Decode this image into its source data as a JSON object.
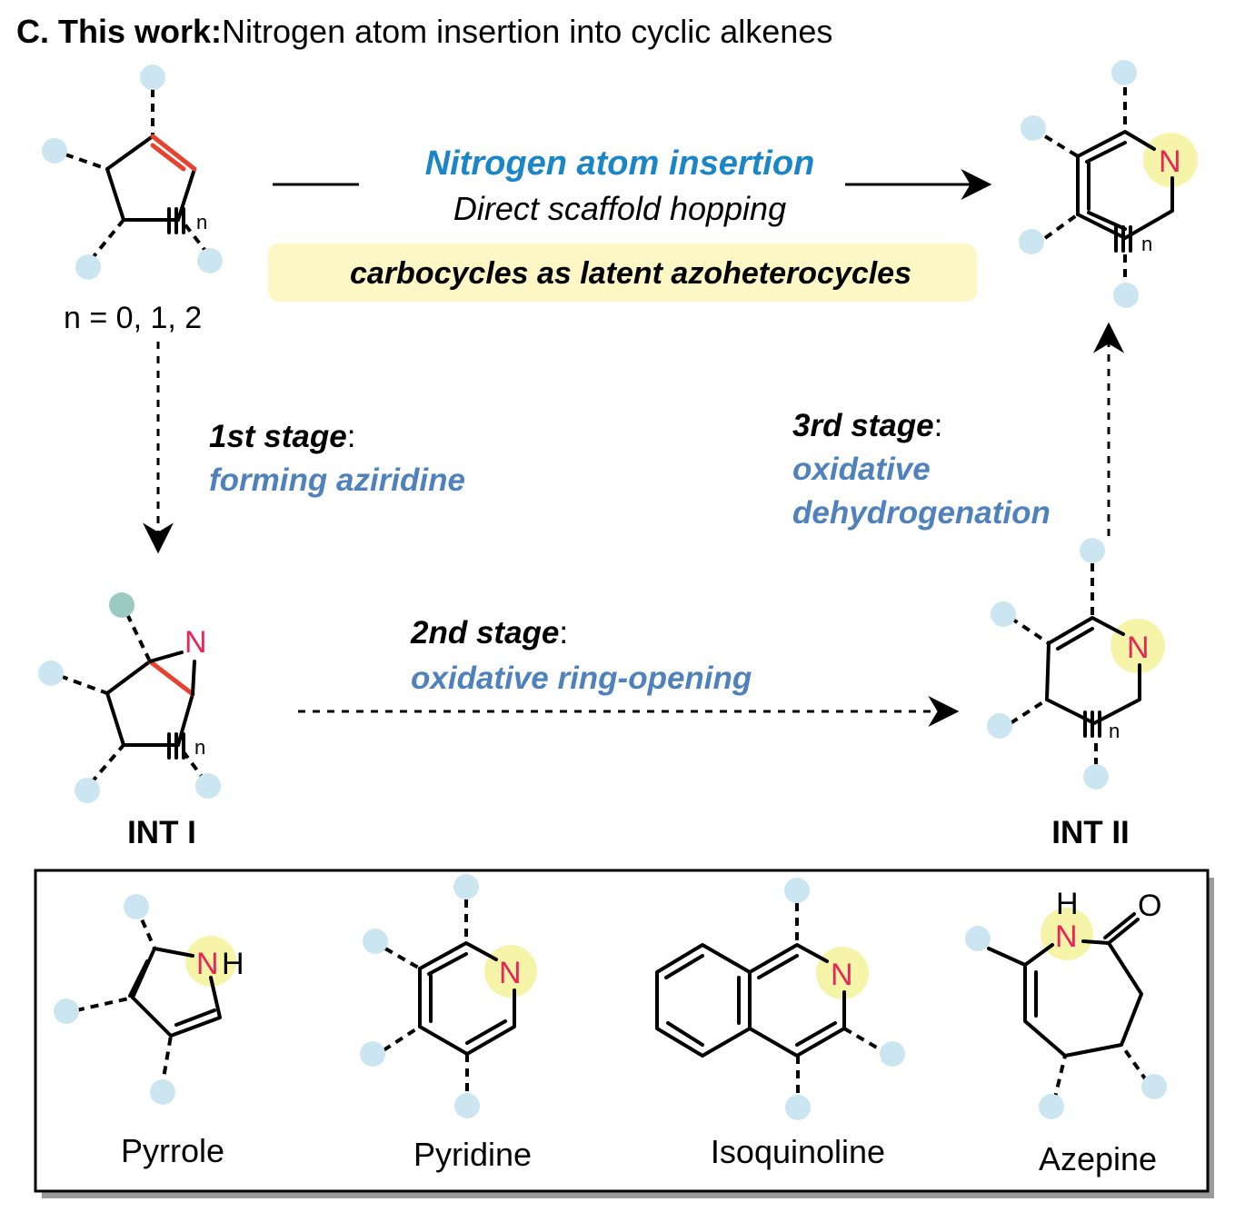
{
  "title": {
    "label": "C. This work:",
    "text": "Nitrogen atom insertion into cyclic alkenes"
  },
  "top_arrow": {
    "main": "Nitrogen atom insertion",
    "sub": "Direct scaffold hopping",
    "banner": "carbocycles as latent azoheterocycles"
  },
  "start": {
    "n_label": "n",
    "n_values": "n = 0, 1, 2"
  },
  "stages": {
    "first": {
      "label": "1st stage",
      "colon": ":",
      "text": "forming aziridine"
    },
    "second": {
      "label": "2nd stage",
      "colon": ":",
      "text": "oxidative ring-opening"
    },
    "third": {
      "label": "3rd stage",
      "colon": ":",
      "text_line1": "oxidative",
      "text_line2": "dehydrogenation"
    }
  },
  "intermediates": {
    "int1": {
      "name": "INT I",
      "atom": "N",
      "n_label": "n"
    },
    "int2": {
      "name": "INT II",
      "atom": "N",
      "n_label": "n"
    }
  },
  "product": {
    "atom": "N",
    "n_label": "n"
  },
  "examples": {
    "pyrrole": {
      "name": "Pyrrole",
      "atom": "N",
      "h": "H"
    },
    "pyridine": {
      "name": "Pyridine",
      "atom": "N"
    },
    "isoquinoline": {
      "name": "Isoquinoline",
      "atom": "N"
    },
    "azepine": {
      "name": "Azepine",
      "atom": "N",
      "h": "H",
      "o": "O"
    }
  },
  "colors": {
    "accent_blue": "#1a86c7",
    "stage_blue": "#4f82bd",
    "nitrogen": "#e8265a",
    "new_bond": "#e8412f",
    "substituent": "#cbe6f1",
    "highlight": "#f6f4a8"
  }
}
